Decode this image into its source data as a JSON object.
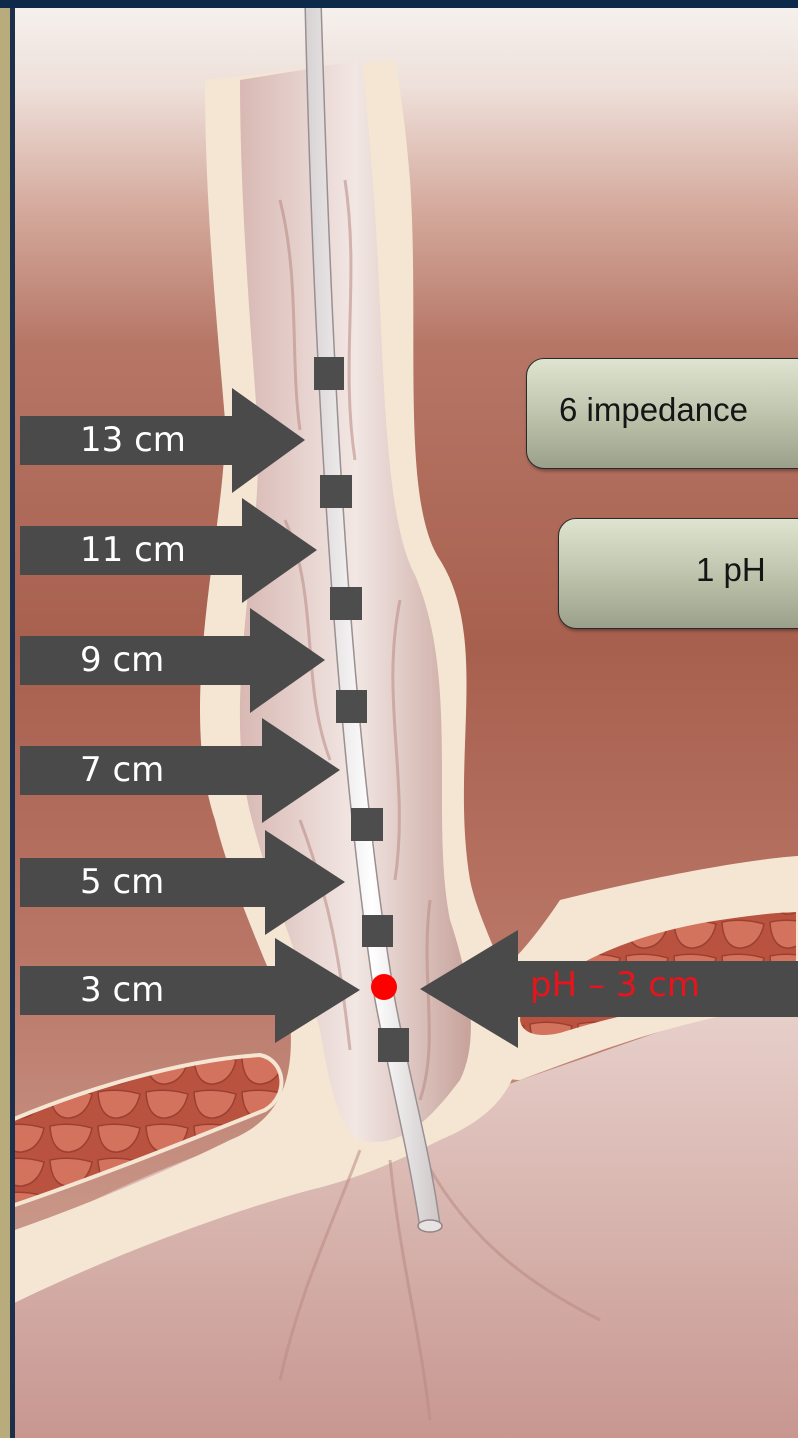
{
  "diagram": {
    "subject": "impedance-pH catheter positioned in the esophagus above the lower esophageal sphincter",
    "sensor_labels": [
      {
        "id": "13",
        "text": "13 cm"
      },
      {
        "id": "11",
        "text": "11 cm"
      },
      {
        "id": "9",
        "text": "9 cm"
      },
      {
        "id": "7",
        "text": "7 cm"
      },
      {
        "id": "5",
        "text": "5 cm"
      },
      {
        "id": "3",
        "text": "3 cm"
      }
    ],
    "ph_label": "pH – 3 cm",
    "callouts": {
      "impedance": "6 impedance",
      "ph": "1 pH"
    },
    "colors": {
      "arrow": "#4a4a4a",
      "ph_text": "#e8141c",
      "ph_dot": "#ff0000",
      "electrode": "#4d4d4d",
      "frame": "#0e2a4a",
      "left_strip": "#b8ab7c"
    }
  }
}
